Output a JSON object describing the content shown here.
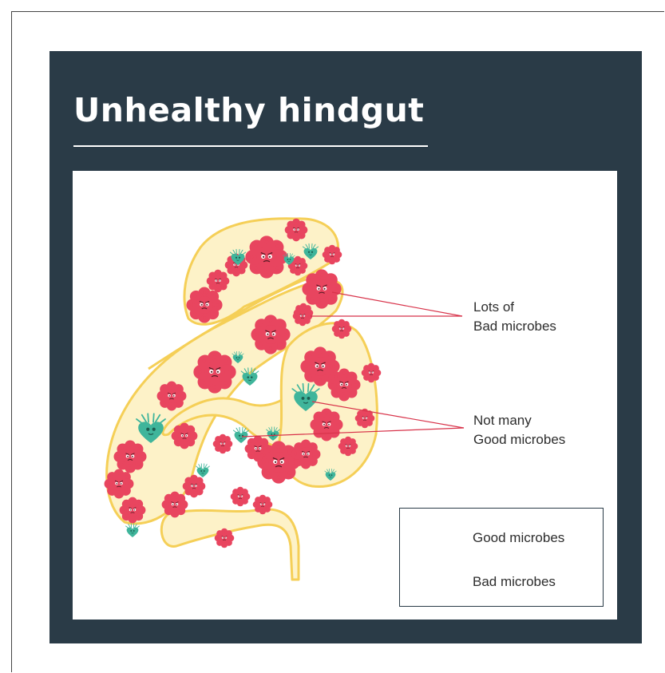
{
  "title": "Unhealthy hindgut",
  "callouts": {
    "bad": {
      "line1": "Lots of",
      "line2": "Bad microbes"
    },
    "good": {
      "line1": "Not many",
      "line2": "Good microbes"
    }
  },
  "legend": {
    "good_label": "Good microbes",
    "bad_label": "Bad microbes",
    "good_icon": "good-microbe-icon",
    "bad_icon": "bad-microbe-icon"
  },
  "colors": {
    "panel": "#2a3b47",
    "gut_fill": "#fdf2c8",
    "gut_outline": "#f5cf57",
    "bad_microbe": "#e8455f",
    "good_microbe": "#3fb59b",
    "callout_line": "#d8334a"
  }
}
